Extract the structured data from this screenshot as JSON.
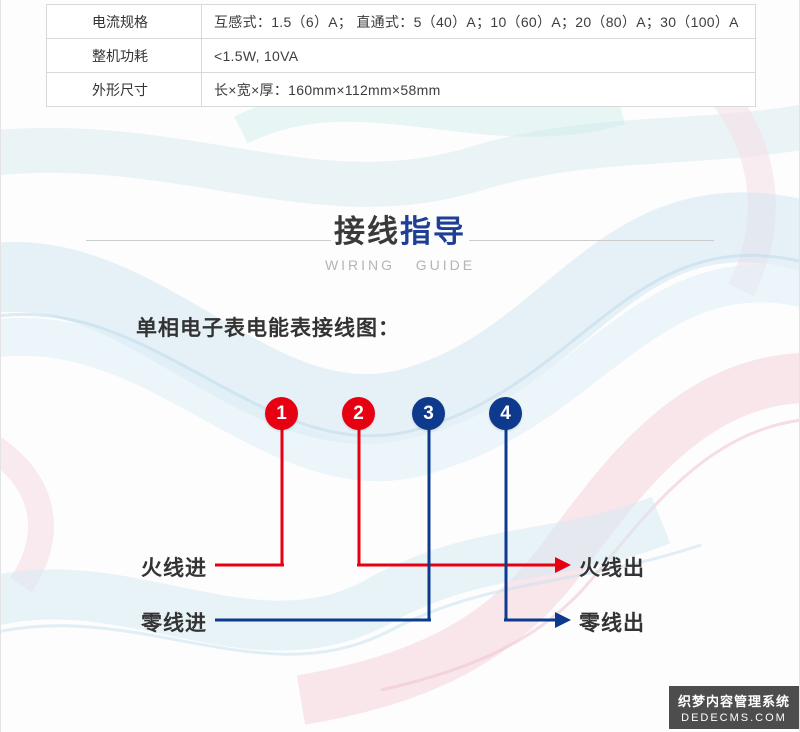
{
  "colors": {
    "wire_red": "#e60012",
    "wire_blue": "#0d3a8d",
    "title_blue": "#1e3f94"
  },
  "spec_table": {
    "rows": [
      {
        "label": "电流规格",
        "value": "互感式：1.5（6）A；  直通式：5（40）A；10（60）A；20（80）A；30（100）A"
      },
      {
        "label": "整机功耗",
        "value": "<1.5W, 10VA"
      },
      {
        "label": "外形尺寸",
        "value": "长×宽×厚：160mm×112mm×58mm"
      }
    ]
  },
  "wiring_section": {
    "title_black": "接线",
    "title_blue": "指导",
    "subtitle": "WIRING   GUIDE"
  },
  "diagram": {
    "caption": "单相电子表电能表接线图：",
    "terminals": [
      {
        "number": "1",
        "color": "#e60012"
      },
      {
        "number": "2",
        "color": "#e60012"
      },
      {
        "number": "3",
        "color": "#0d3a8d"
      },
      {
        "number": "4",
        "color": "#0d3a8d"
      }
    ],
    "labels": {
      "live_in": "火线进",
      "neutral_in": "零线进",
      "live_out": "火线出",
      "neutral_out": "零线出"
    }
  },
  "watermark": {
    "line1": "织梦内容管理系统",
    "line2": "DEDECMS.COM"
  }
}
